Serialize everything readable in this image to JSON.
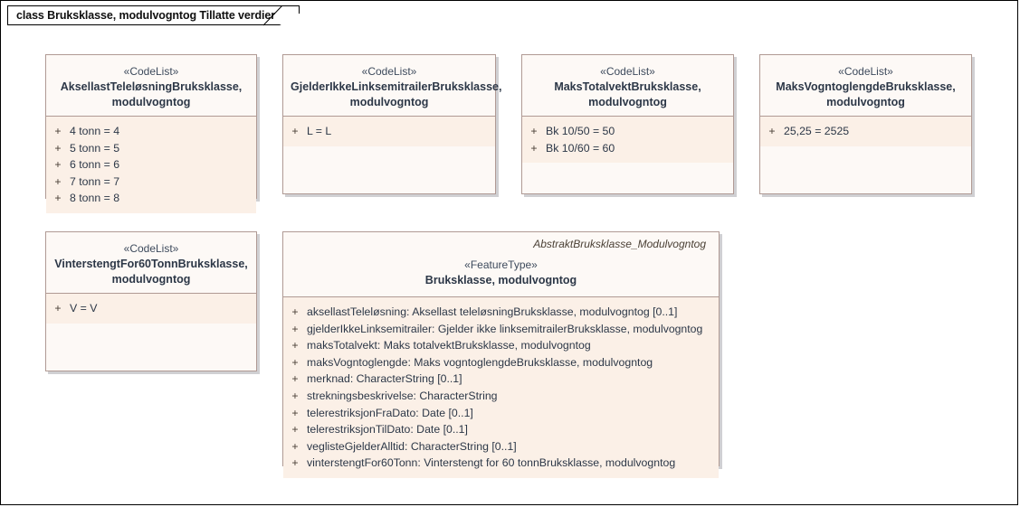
{
  "diagram": {
    "title": "class Bruksklasse, modulvogntog Tillatte verdier",
    "colors": {
      "frame_border": "#000000",
      "class_border": "#b09a94",
      "header_fill": "#fdf9f6",
      "body_fill": "#fbf0e7",
      "text": "#2c3747",
      "shadow": "#aaaaaf"
    }
  },
  "classes": [
    {
      "id": "aksellast-telelosning-bruksklasse",
      "stereotype": "«CodeList»",
      "name_line1": "AksellastTeleløsningBruksklasse,",
      "name_line2": "modulvogntog",
      "features": [
        {
          "visibility": "+",
          "signature": "4 tonn = 4"
        },
        {
          "visibility": "+",
          "signature": "5 tonn = 5"
        },
        {
          "visibility": "+",
          "signature": "6 tonn = 6"
        },
        {
          "visibility": "+",
          "signature": "7 tonn = 7"
        },
        {
          "visibility": "+",
          "signature": "8 tonn = 8"
        }
      ]
    },
    {
      "id": "gjelder-ikke-linksemitrailer-bruksklasse",
      "stereotype": "«CodeList»",
      "name_line1": "GjelderIkkeLinksemitrailerBruksklasse,",
      "name_line2": "modulvogntog",
      "features": [
        {
          "visibility": "+",
          "signature": "L = L"
        }
      ]
    },
    {
      "id": "maks-totalvekt-bruksklasse",
      "stereotype": "«CodeList»",
      "name_line1": "MaksTotalvektBruksklasse,",
      "name_line2": "modulvogntog",
      "features": [
        {
          "visibility": "+",
          "signature": "Bk 10/50 = 50"
        },
        {
          "visibility": "+",
          "signature": "Bk 10/60 = 60"
        }
      ]
    },
    {
      "id": "maks-vogntoglengde-bruksklasse",
      "stereotype": "«CodeList»",
      "name_line1": "MaksVogntoglengdeBruksklasse,",
      "name_line2": "modulvogntog",
      "features": [
        {
          "visibility": "+",
          "signature": "25,25 = 2525"
        }
      ]
    },
    {
      "id": "vinterstengt-for-60-tonn-bruksklasse",
      "stereotype": "«CodeList»",
      "name_line1": "VinterstengtFor60TonnBruksklasse,",
      "name_line2": "modulvogntog",
      "features": [
        {
          "visibility": "+",
          "signature": "V = V"
        }
      ]
    },
    {
      "id": "bruksklasse-modulvogntog",
      "abstract_qualifier": "AbstraktBruksklasse_Modulvogntog",
      "stereotype": "«FeatureType»",
      "name_line1": "Bruksklasse, modulvogntog",
      "features": [
        {
          "visibility": "+",
          "signature": "aksellastTeleløsning: Aksellast teleløsningBruksklasse, modulvogntog [0..1]"
        },
        {
          "visibility": "+",
          "signature": "gjelderIkkeLinksemitrailer: Gjelder ikke linksemitrailerBruksklasse, modulvogntog"
        },
        {
          "visibility": "+",
          "signature": "maksTotalvekt: Maks totalvektBruksklasse, modulvogntog"
        },
        {
          "visibility": "+",
          "signature": "maksVogntoglengde: Maks vogntoglengdeBruksklasse, modulvogntog"
        },
        {
          "visibility": "+",
          "signature": "merknad: CharacterString [0..1]"
        },
        {
          "visibility": "+",
          "signature": "strekningsbeskrivelse: CharacterString"
        },
        {
          "visibility": "+",
          "signature": "telerestriksjonFraDato: Date [0..1]"
        },
        {
          "visibility": "+",
          "signature": "telerestriksjonTilDato: Date [0..1]"
        },
        {
          "visibility": "+",
          "signature": "veglisteGjelderAlltid: CharacterString [0..1]"
        },
        {
          "visibility": "+",
          "signature": "vinterstengtFor60Tonn: Vinterstengt for 60 tonnBruksklasse, modulvogntog"
        }
      ]
    }
  ]
}
